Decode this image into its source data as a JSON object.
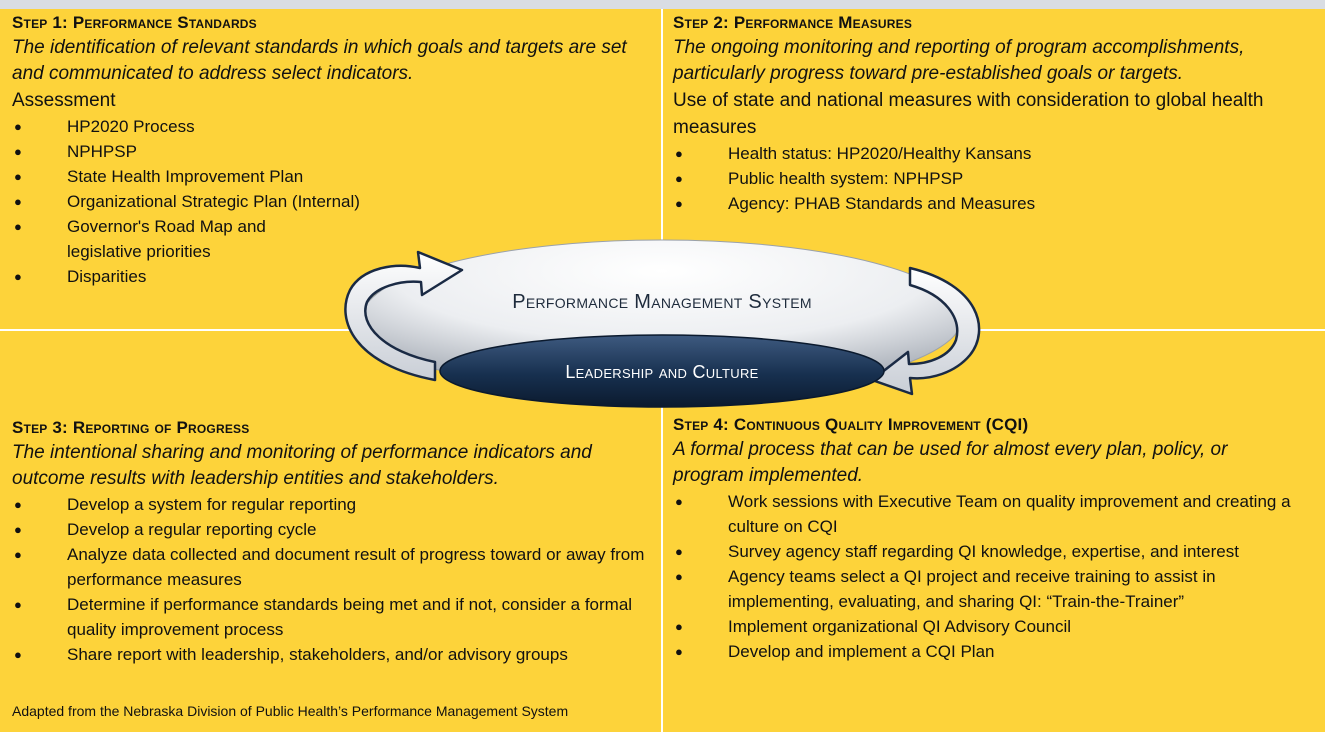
{
  "step1": {
    "title": "Step 1: Performance Standards",
    "description": "The identification of relevant standards in which goals and targets are set and communicated to address select indicators.",
    "subheading": "Assessment",
    "bullets": [
      "HP2020 Process",
      "NPHPSP",
      "State Health Improvement Plan",
      "Organizational Strategic Plan (Internal)",
      "Governor's Road Map and legislative priorities",
      "Disparities"
    ]
  },
  "step2": {
    "title": "Step 2: Performance Measures",
    "description": "The ongoing monitoring and reporting of program accomplishments, particularly progress toward pre-established goals or targets.",
    "subheading": "Use of state and national measures with consideration to global health measures",
    "bullets": [
      "Health status: HP2020/Healthy Kansans",
      "Public health system: NPHPSP",
      "Agency: PHAB Standards and Measures"
    ]
  },
  "step3": {
    "title": "Step 3: Reporting of Progress",
    "description": "The intentional sharing and monitoring of performance indicators and outcome results with leadership entities and stakeholders.",
    "bullets": [
      "Develop a system for regular reporting",
      "Develop a regular reporting cycle",
      "Analyze data collected and document result of progress toward or away from performance measures",
      "Determine if performance standards being met and if not, consider a formal quality improvement process",
      "Share report with leadership, stakeholders, and/or advisory groups"
    ]
  },
  "step4": {
    "title": "Step 4: Continuous Quality Improvement (CQI)",
    "description": "A formal process that can be used for almost every plan, policy, or program implemented.",
    "bullets": [
      "Work sessions with Executive Team on quality improvement and creating a culture on CQI",
      "Survey agency staff regarding QI knowledge, expertise, and interest",
      "Agency teams select a QI project and receive training to assist in implementing, evaluating, and sharing QI: “Train-the-Trainer”",
      "Implement organizational QI Advisory Council",
      "Develop and implement a CQI Plan"
    ]
  },
  "center": {
    "outer_label": "Performance Management System",
    "inner_label": "Leadership and Culture"
  },
  "source_note": "Adapted from the Nebraska  Division of Public Health’s Performance Management System",
  "colors": {
    "panel": "#fdd33a",
    "ellipse_dark": "#17304f",
    "ellipse_light": "#e8eaee"
  }
}
